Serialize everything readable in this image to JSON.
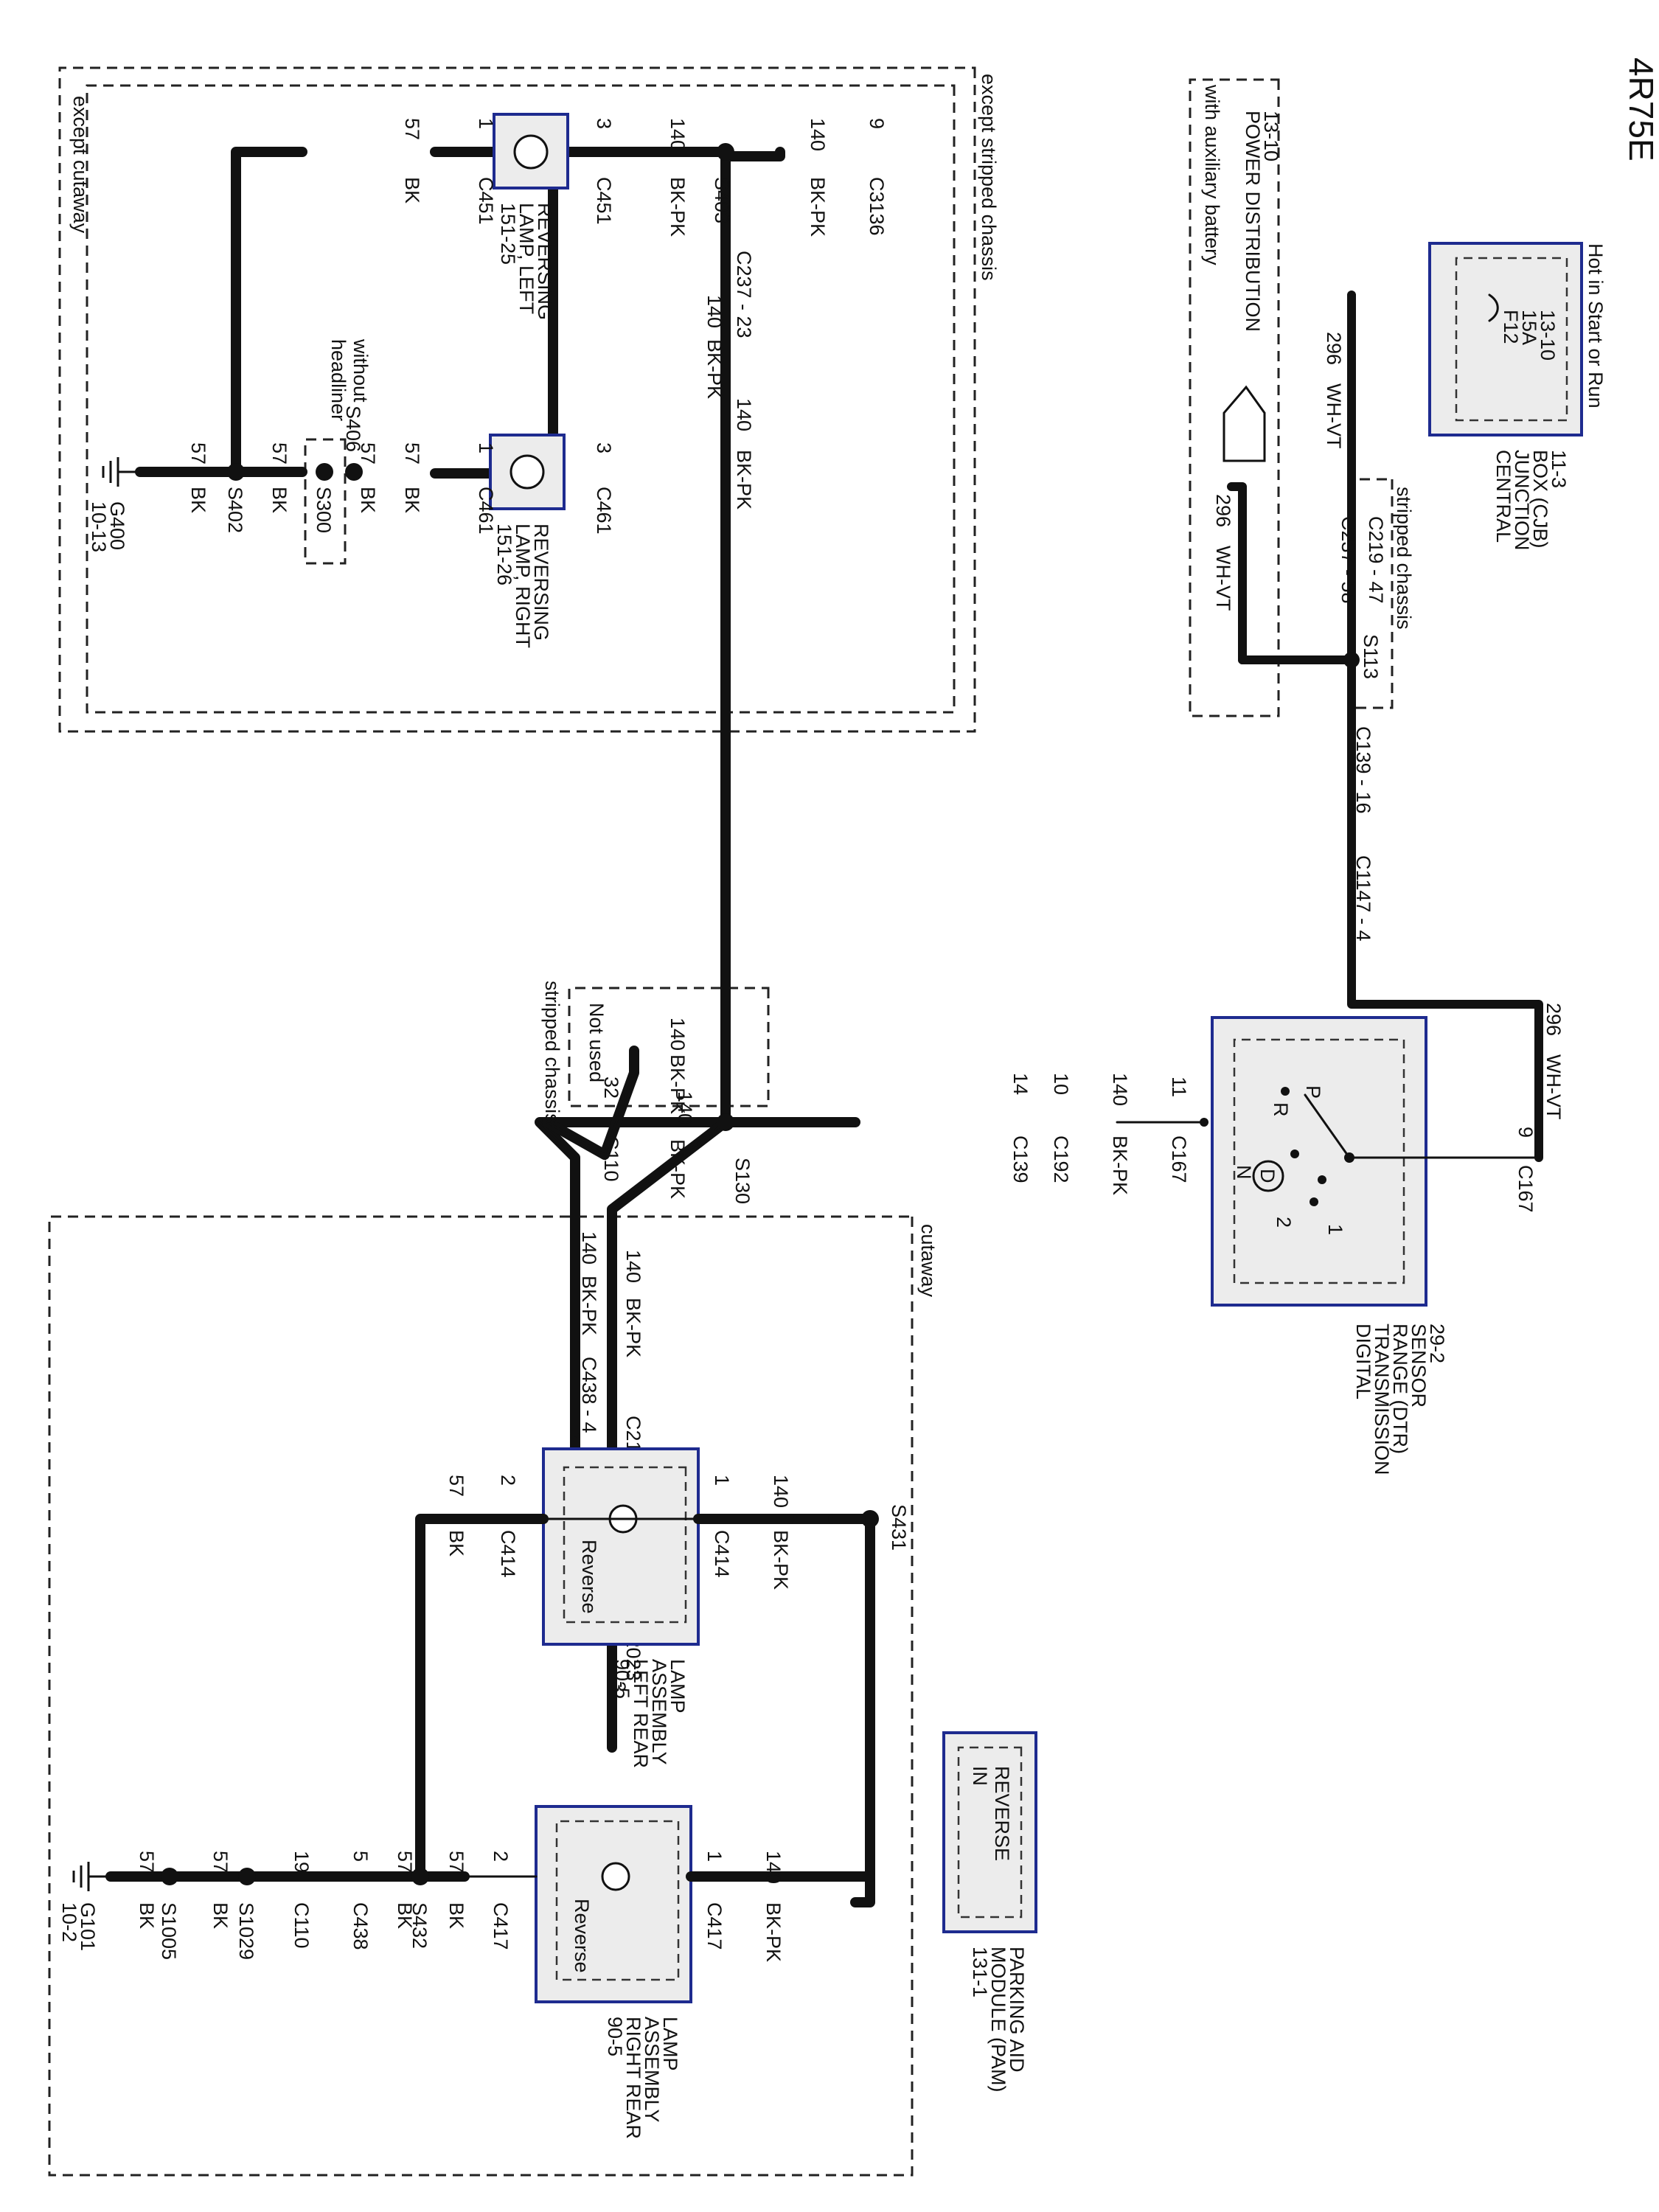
{
  "title": "4R75E",
  "labels": {
    "hot_in": "Hot in Start or Run",
    "cjb_name1": "CENTRAL",
    "cjb_name2": "JUNCTION",
    "cjb_name3": "BOX (CJB)",
    "cjb_ref": "11-3",
    "fuse_name": "F12",
    "fuse_amp": "15A",
    "fuse_ref": "13-10",
    "pd_name": "POWER DISTRIBUTION",
    "pd_ref": "13-10",
    "pd_note": "with auxiliary battery",
    "stripped_chassis": "stripped chassis",
    "c219_47": "C219 - 47",
    "c237_58": "C237 - 58",
    "s113": "S113",
    "c139_16": "C139 - 16",
    "c1147_4": "C1147 - 4",
    "w296": "296",
    "wh_vt": "WH-VT",
    "dtr1": "DIGITAL",
    "dtr2": "TRANSMISSION",
    "dtr3": "RANGE (DTR)",
    "dtr4": "SENSOR",
    "dtr_ref": "29-2",
    "p": "P",
    "r": "R",
    "n": "N",
    "d": "D",
    "two": "2",
    "one": "1",
    "c167": "C167",
    "pin9": "9",
    "pin11": "11",
    "w140": "140",
    "bk_pk": "BK-PK",
    "pin10": "10",
    "pin14": "14",
    "c192": "C192",
    "c139": "C139",
    "s130": "S130",
    "pin32": "32",
    "c110": "C110",
    "not_used": "Not used",
    "stripped_chassis2": "stripped chassis",
    "cutaway": "cutaway",
    "except_cutaway": "except cutaway",
    "except_stripped": "except stripped chassis",
    "c237_23": "C237 - 23",
    "c438_4": "C438 - 4",
    "c219_35": "C219 - 35",
    "c2023": "C2023",
    "pin3": "3",
    "pam1": "PARKING AID",
    "pam2": "MODULE (PAM)",
    "pam_ref": "131-1",
    "rev_in1": "REVERSE",
    "rev_in2": "IN",
    "s431": "S431",
    "pin1": "1",
    "pin2": "2",
    "c414": "C414",
    "c417": "C417",
    "w57": "57",
    "bk": "BK",
    "reverse": "Reverse",
    "lar1": "LAMP",
    "lar2": "ASSEMBLY",
    "lar3": "LEFT REAR",
    "lar_ref": "90-5",
    "rar1": "LAMP",
    "rar2": "ASSEMBLY",
    "rar3": "RIGHT REAR",
    "rar_ref": "90-5",
    "s432": "S432",
    "pin5": "5",
    "c438": "C438",
    "pin19": "19",
    "c110b": "C110",
    "s1029": "S1029",
    "s1005": "S1005",
    "g101": "G101",
    "g101_ref": "10-2",
    "c3136": "C3136",
    "s403": "S403",
    "c451": "C451",
    "rll1": "REVERSING",
    "rll2": "LAMP, LEFT",
    "rll_ref": "151-25",
    "c461": "C461",
    "rlr1": "REVERSING",
    "rlr2": "LAMP, RIGHT",
    "rlr_ref": "151-26",
    "s406": "S406",
    "s300": "S300",
    "without": "without",
    "headliner": "headliner",
    "s402": "S402",
    "g400": "G400",
    "g400_ref": "10-13"
  },
  "colors": {
    "bk_pk_tracer": "#e0306a",
    "wh_vt_tracer": "#c040c0",
    "component_border": "#1e2b8f",
    "component_fill": "#ececec"
  }
}
